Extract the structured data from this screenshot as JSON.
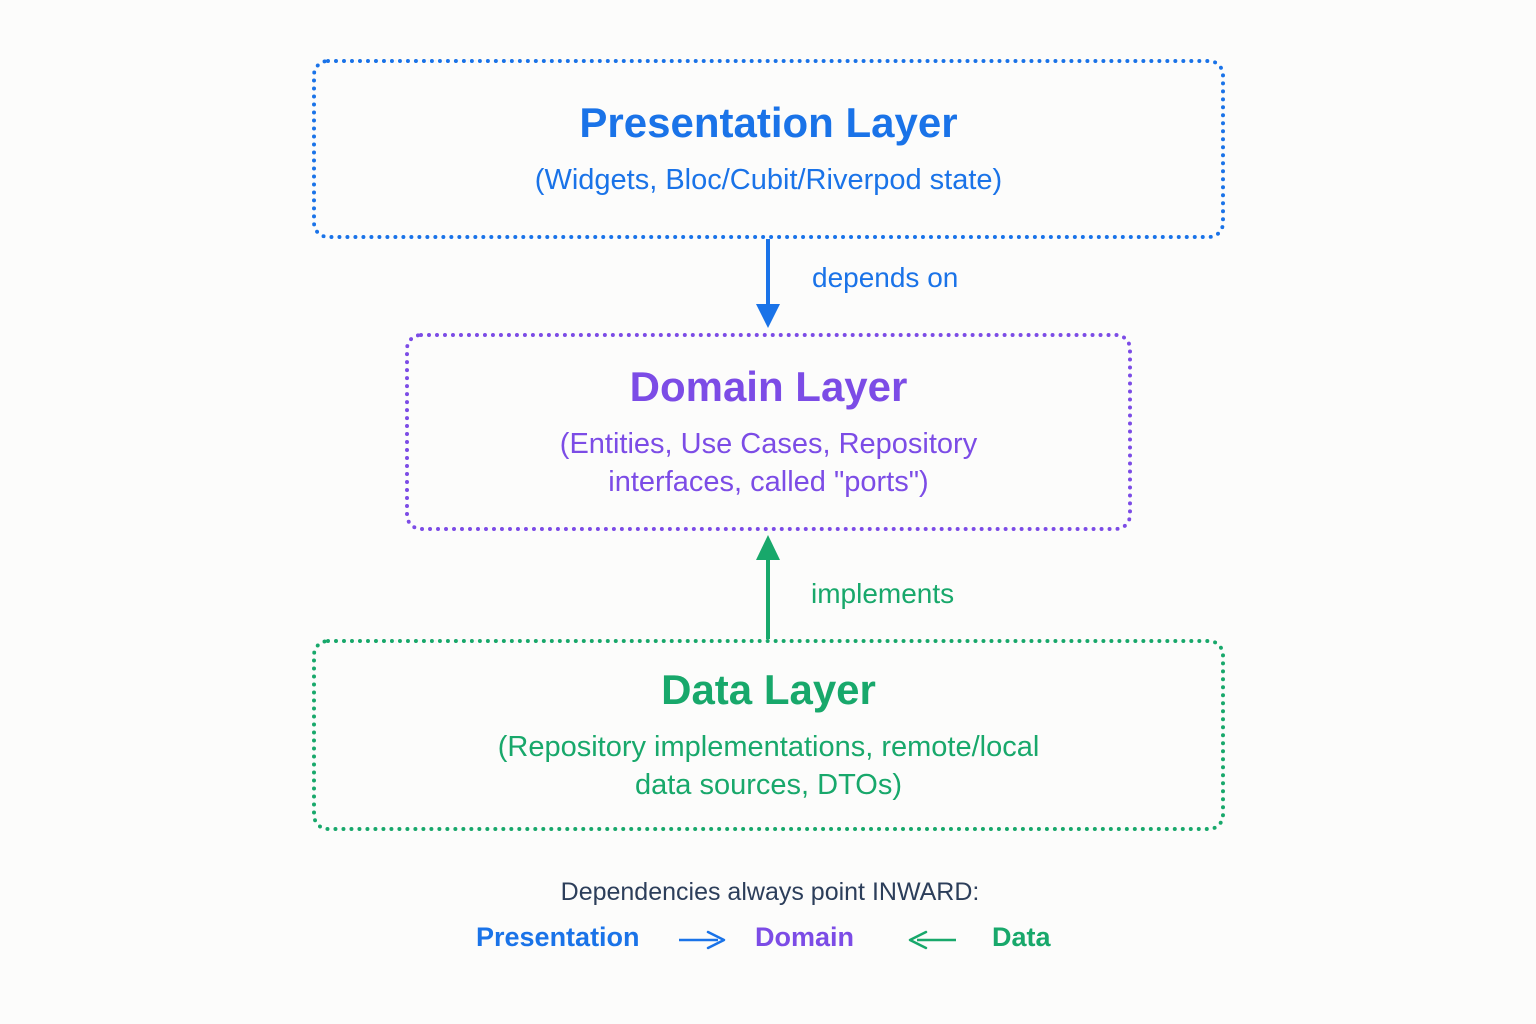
{
  "layers": {
    "presentation": {
      "title": "Presentation Layer",
      "subtitle": "(Widgets, Bloc/Cubit/Riverpod state)",
      "color": "#1a73e8"
    },
    "domain": {
      "title": "Domain Layer",
      "subtitle": "(Entities, Use Cases, Repository interfaces, called \"ports\")",
      "color": "#7c4ce6"
    },
    "data": {
      "title": "Data Layer",
      "subtitle": "(Repository implementations, remote/local data sources, DTOs)",
      "color": "#18a86b"
    }
  },
  "edges": {
    "depends_on": {
      "label": "depends on",
      "from": "presentation",
      "to": "domain",
      "color": "#1a73e8"
    },
    "implements": {
      "label": "implements",
      "from": "data",
      "to": "domain",
      "color": "#18a86b"
    }
  },
  "legend": {
    "caption": "Dependencies always point INWARD:",
    "presentation": "Presentation",
    "domain": "Domain",
    "data": "Data",
    "caption_color": "#2c3e5a"
  },
  "background": "#fcfcfb"
}
